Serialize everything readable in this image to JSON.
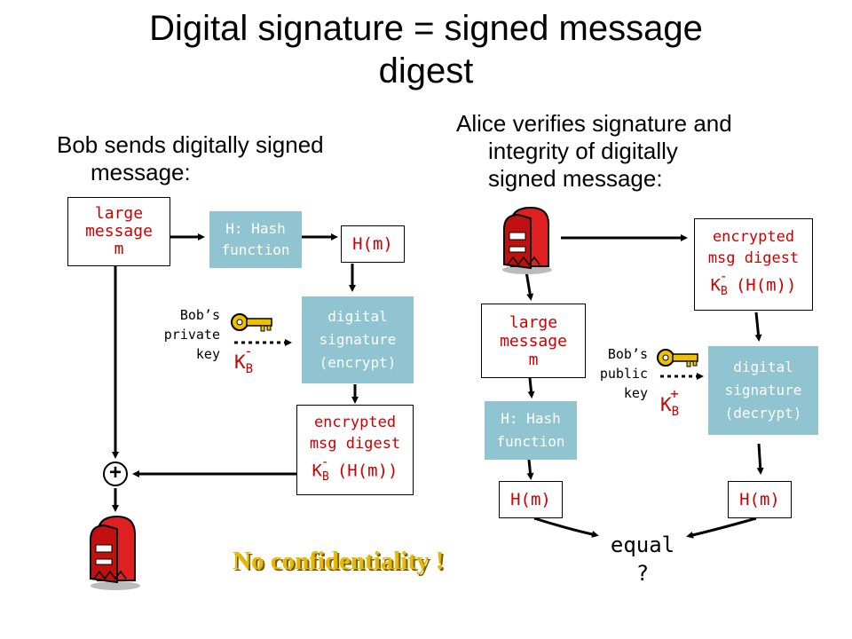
{
  "title_line1": "Digital signature = signed message",
  "title_line2": "digest",
  "left": {
    "heading_line1": "Bob sends digitally signed",
    "heading_line2": "message:",
    "large_message": [
      "large",
      "message",
      "m"
    ],
    "hash_function": [
      "H: Hash",
      "function"
    ],
    "hm": "H(m)",
    "digital_signature": [
      "digital",
      "signature",
      "(encrypt)"
    ],
    "key_label": [
      "Bob’s",
      "private",
      "key"
    ],
    "key_symbol": "K",
    "key_sub": "B",
    "key_sup": "-",
    "encrypted_lines": [
      "encrypted",
      "msg digest"
    ],
    "encrypted_formula": "(H(m))",
    "plus": "+"
  },
  "right": {
    "heading_line1": "Alice verifies signature and",
    "heading_line2": "integrity of digitally",
    "heading_line3": "signed message:",
    "encrypted_lines": [
      "encrypted",
      "msg digest"
    ],
    "encrypted_formula": "(H(m))",
    "key_symbol": "K",
    "key_sub": "B",
    "key_sup_minus": "-",
    "key_sup_plus": "+",
    "large_message": [
      "large",
      "message",
      "m"
    ],
    "key_label": [
      "Bob’s",
      "public",
      "key"
    ],
    "digital_signature": [
      "digital",
      "signature",
      "(decrypt)"
    ],
    "hash_function": [
      "H: Hash",
      "function"
    ],
    "hm_left": "H(m)",
    "hm_right": "H(m)",
    "equal_line1": "equal",
    "equal_line2": "?"
  },
  "no_confidentiality": "No confidentiality !",
  "colors": {
    "accent_red": "#cc0000",
    "box_blue": "#8fc4d0",
    "gold": "#e8b800"
  }
}
